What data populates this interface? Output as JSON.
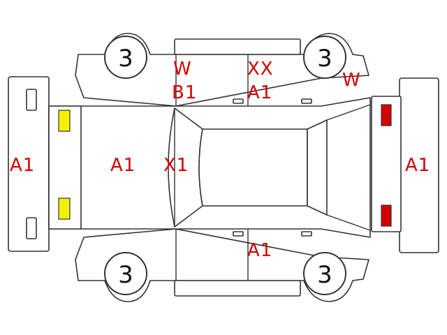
{
  "colors": {
    "label": "#d40000",
    "outline": "#333333",
    "fog_lamp": "#f2f200",
    "tail_lamp": "#d40000"
  },
  "wheels": {
    "front_left": "3",
    "front_right": "3",
    "rear_left": "3",
    "rear_right": "3"
  },
  "labels": {
    "top_windshield": "W",
    "top_pillar": "B1",
    "top_roof": "XX",
    "top_door": "A1",
    "rear_window": "W",
    "front_bumper": "A1",
    "hood": "A1",
    "windshield_center": "X1",
    "rear_bumper": "A1",
    "bottom_door": "A1"
  },
  "icons": {
    "front_lamps": "fog-lamp-icon",
    "rear_lamps": "tail-lamp-icon"
  }
}
